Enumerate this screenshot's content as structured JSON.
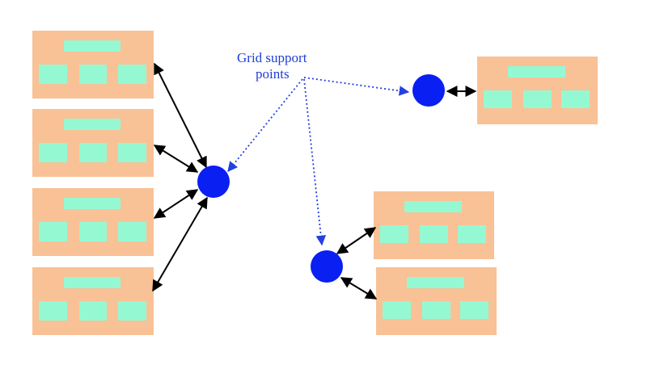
{
  "diagram": {
    "label_line1": "Grid support",
    "label_line2": "points",
    "colors": {
      "cluster_fill": "#f9c196",
      "cell_fill": "#94f9d3",
      "support_point": "#0a1ff2",
      "solid_link": "#000000",
      "dotted_link": "#2340e0",
      "label_text": "#1f3fd6"
    },
    "support_points": [
      "left-hub",
      "top-right-hub",
      "bottom-middle-hub"
    ],
    "clusters": [
      {
        "id": "cluster-left-1",
        "hub": "left-hub"
      },
      {
        "id": "cluster-left-2",
        "hub": "left-hub"
      },
      {
        "id": "cluster-left-3",
        "hub": "left-hub"
      },
      {
        "id": "cluster-left-4",
        "hub": "left-hub"
      },
      {
        "id": "cluster-top-right",
        "hub": "top-right-hub"
      },
      {
        "id": "cluster-bottom-1",
        "hub": "bottom-middle-hub"
      },
      {
        "id": "cluster-bottom-2",
        "hub": "bottom-middle-hub"
      }
    ]
  }
}
